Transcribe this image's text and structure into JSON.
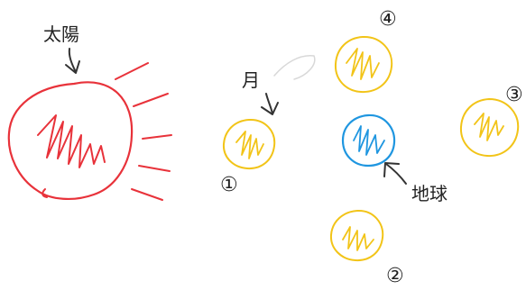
{
  "labels": {
    "sun": "太陽",
    "moon": "月",
    "earth": "地球"
  },
  "positions": [
    {
      "number": "①"
    },
    {
      "number": "②"
    },
    {
      "number": "③"
    },
    {
      "number": "④"
    }
  ],
  "colors": {
    "sun": "#e8323a",
    "moon": "#f2c418",
    "earth": "#1f96e0",
    "arrow": "#333333"
  }
}
